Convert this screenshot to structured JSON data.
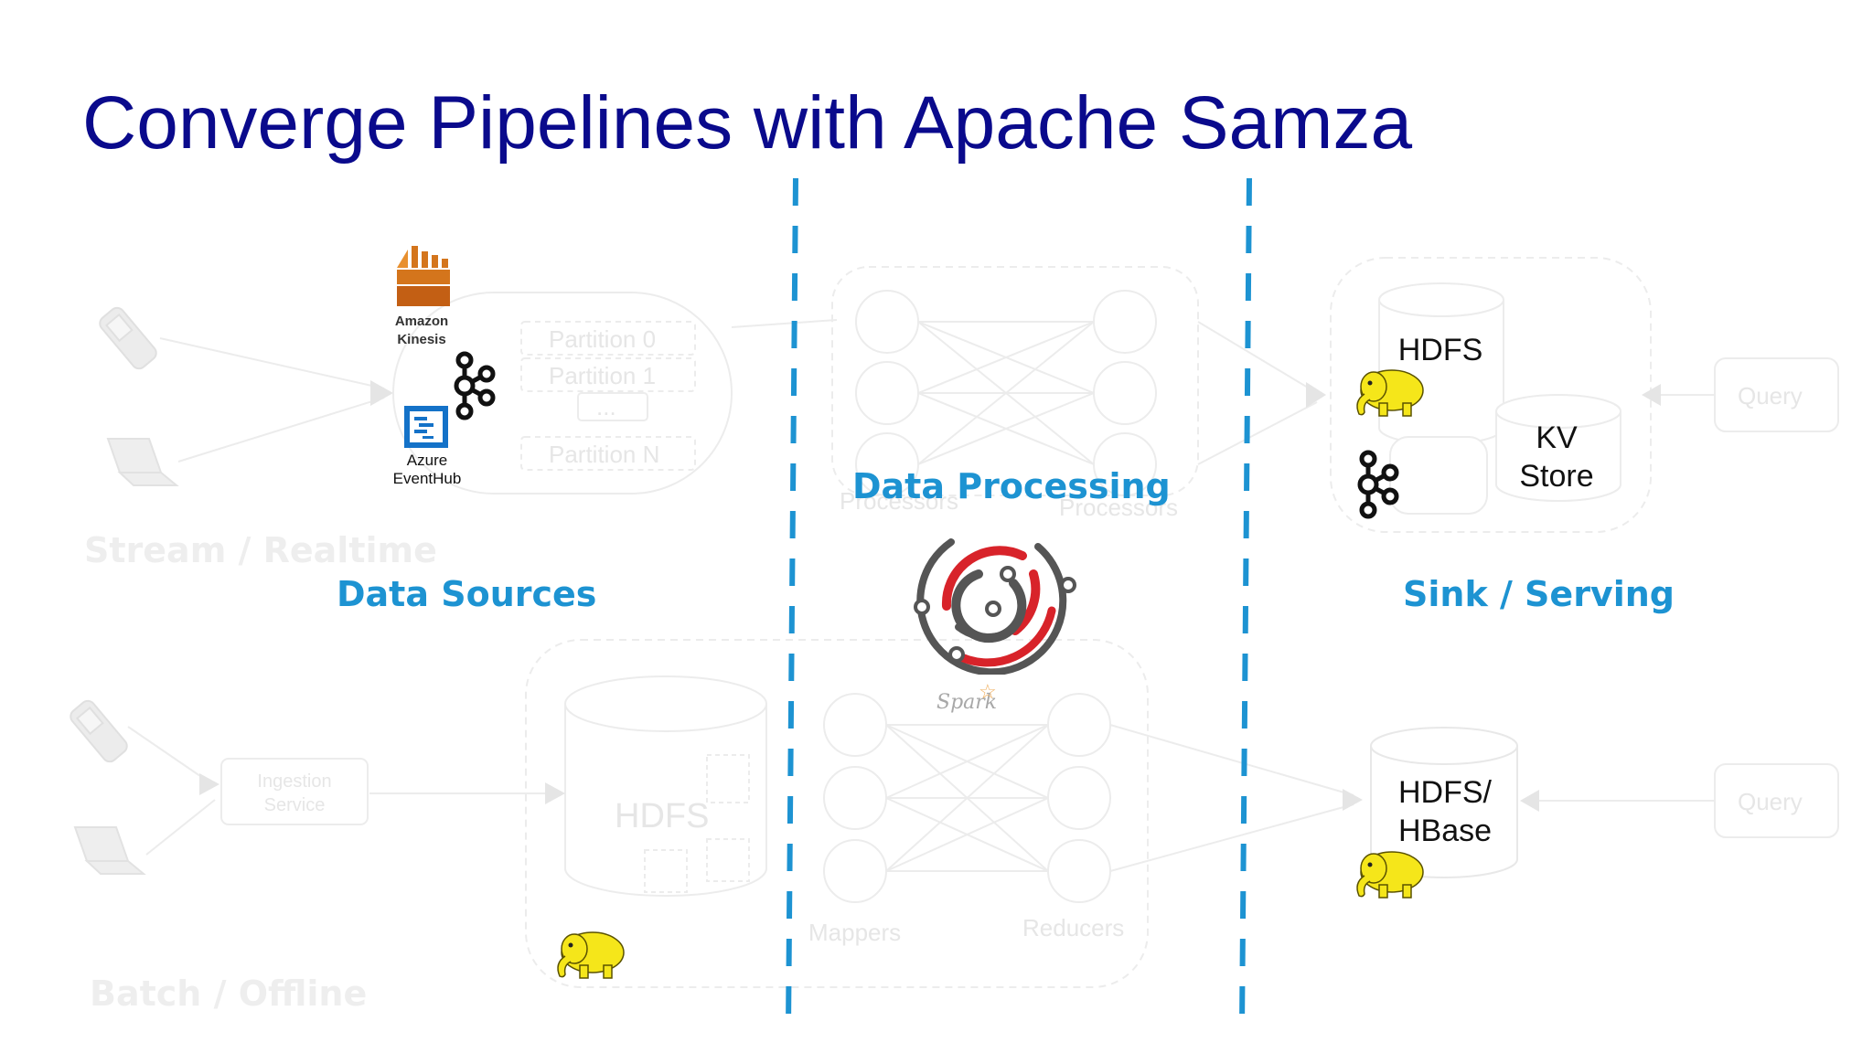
{
  "title": "Converge Pipelines with Apache Samza",
  "sections": {
    "data_sources": "Data Sources",
    "data_processing": "Data Processing",
    "sink_serving": "Sink / Serving"
  },
  "background_diagram": {
    "stream_realtime": "Stream / Realtime",
    "batch_offline": "Batch / Offline",
    "partitions": [
      "Partition 0",
      "Partition 1",
      "...",
      "Partition N"
    ],
    "ingestion_service": "Ingestion Service",
    "hdfs": "HDFS",
    "processors_left": "Processors",
    "processors_right": "Processors",
    "mappers": "Mappers",
    "reducers": "Reducers",
    "query_top": "Query",
    "query_bottom": "Query"
  },
  "sources": {
    "kinesis": "Amazon Kinesis",
    "eventhub": "Azure EventHub"
  },
  "sinks": {
    "hdfs": "HDFS",
    "kv_store": "KV Store",
    "hdfs_hbase": "HDFS/ HBase"
  },
  "spark_label": "Spark",
  "colors": {
    "title": "#0a0a8c",
    "section_label": "#1d93d2",
    "divider": "#1d93d2",
    "samza_red": "#d8232a",
    "samza_gray": "#555555",
    "hadoop_yellow": "#f5e61a",
    "kinesis_orange": "#d4751c",
    "azure_blue": "#1472c8"
  },
  "icons": [
    "phone-icon",
    "laptop-icon",
    "amazon-kinesis-icon",
    "kafka-icon",
    "azure-eventhub-icon",
    "hadoop-elephant-icon",
    "samza-logo-icon",
    "spark-logo-icon"
  ]
}
